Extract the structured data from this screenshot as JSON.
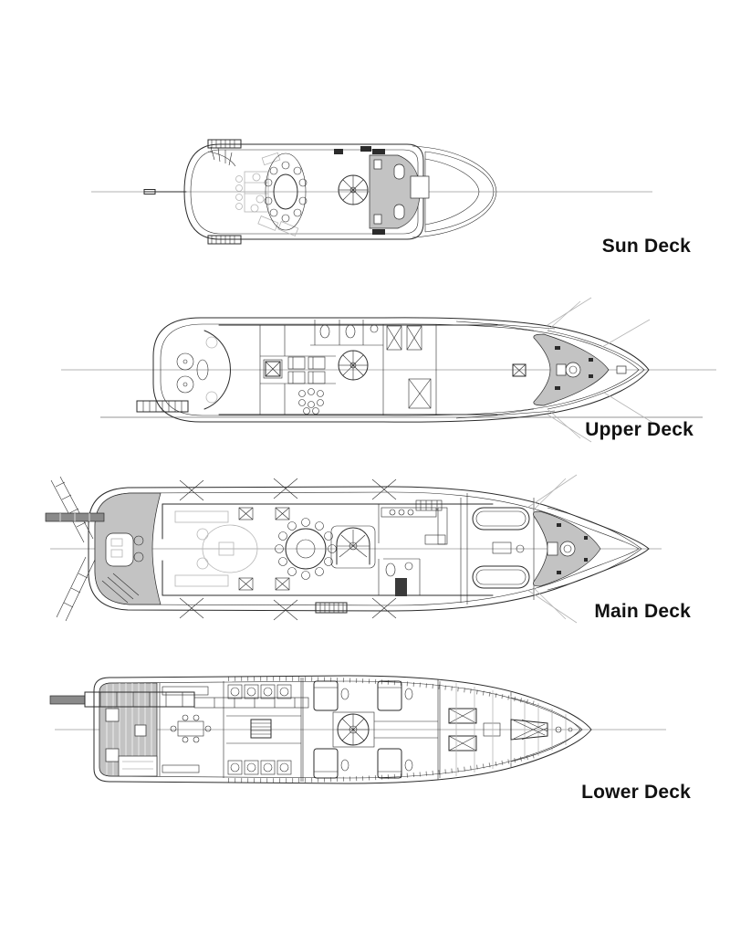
{
  "colors": {
    "ink": "#2b2b2b",
    "faint": "#b5b5b5",
    "grayfill": "#c3c3c3",
    "centerline": "#9a9a9a",
    "bg": "#ffffff",
    "label": "#111111"
  },
  "decks": [
    {
      "id": "sun-deck",
      "label": "Sun Deck"
    },
    {
      "id": "upper-deck",
      "label": "Upper Deck"
    },
    {
      "id": "main-deck",
      "label": "Main Deck"
    },
    {
      "id": "lower-deck",
      "label": "Lower Deck"
    }
  ]
}
